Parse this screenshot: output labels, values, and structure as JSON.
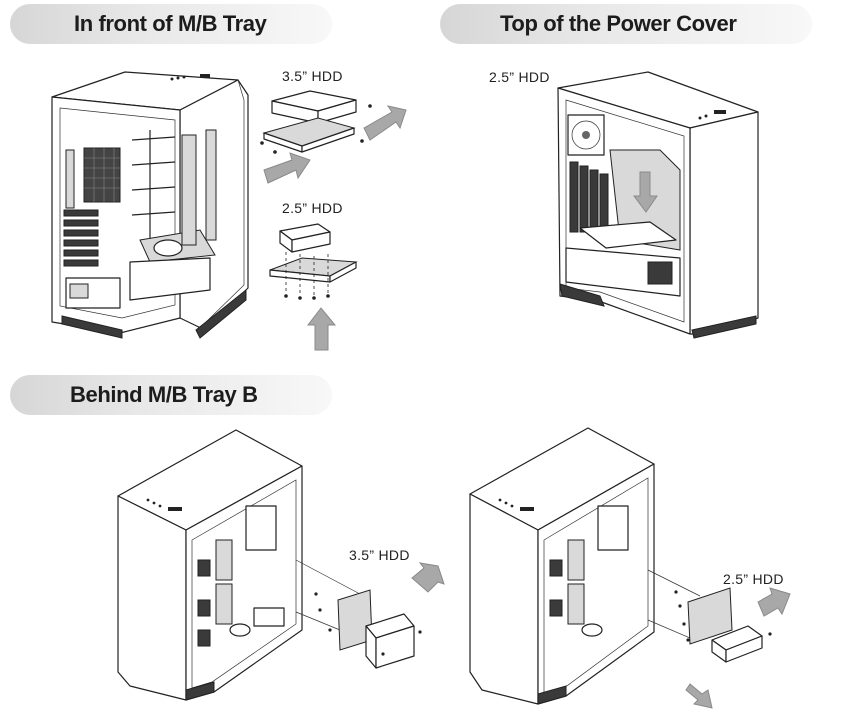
{
  "sections": {
    "front_tray": {
      "title": "In front of M/B Tray"
    },
    "power_cover": {
      "title": "Top of the Power Cover"
    },
    "behind_tray": {
      "title": "Behind M/B Tray B"
    }
  },
  "labels": {
    "hdd35_front": "3.5” HDD",
    "hdd25_front": "2.5” HDD",
    "hdd25_cover": "2.5” HDD",
    "hdd35_behind": "3.5” HDD",
    "hdd25_behind": "2.5” HDD"
  },
  "colors": {
    "banner": "#dcdcdc",
    "arrow": "#a8a8a8",
    "line": "#222222"
  }
}
